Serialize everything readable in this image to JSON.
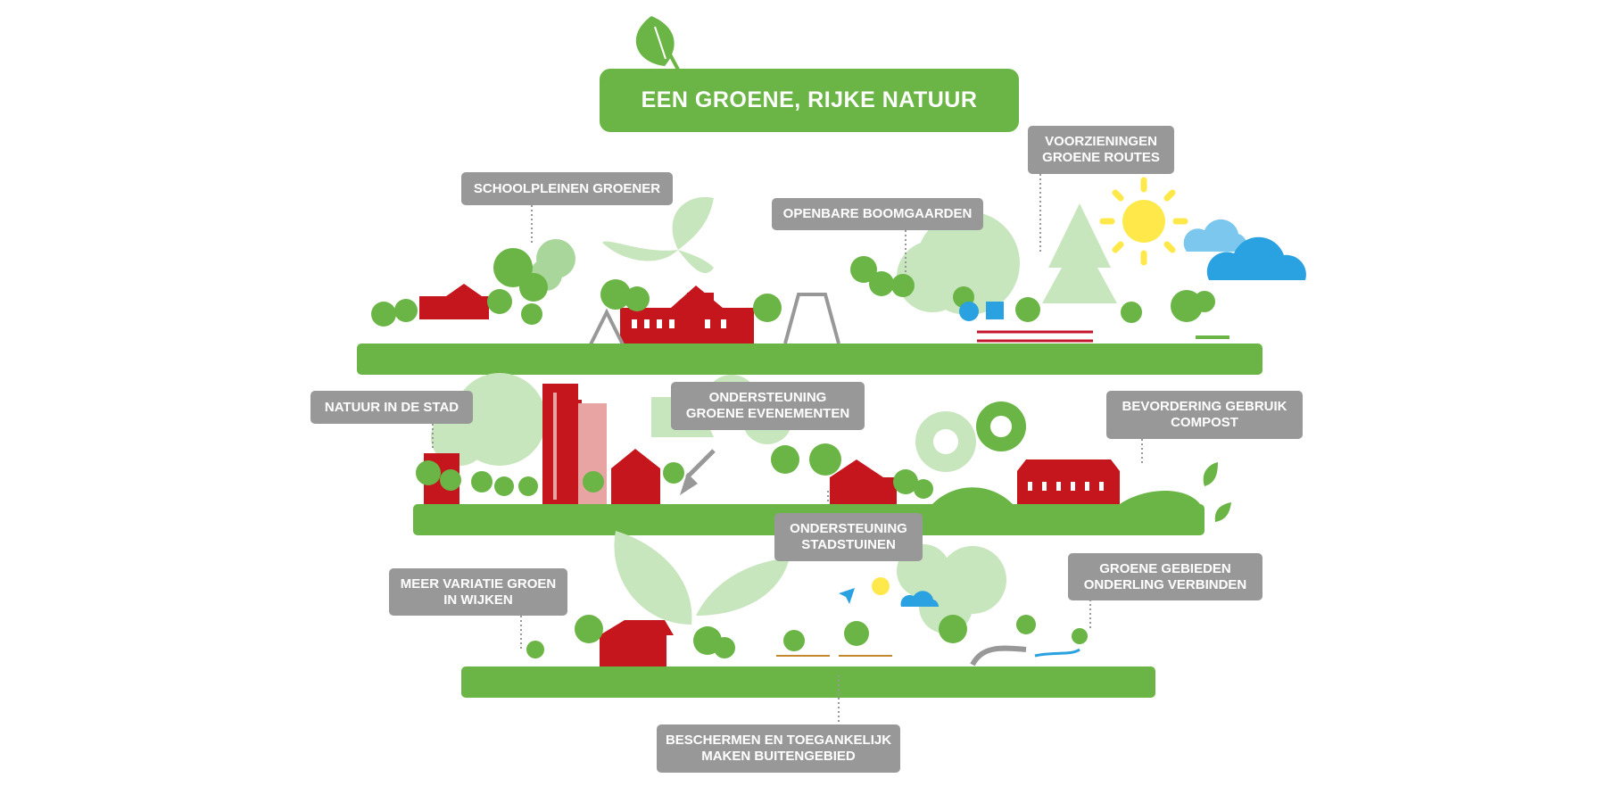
{
  "title": "EEN GROENE, RIJKE NATUUR",
  "labels": {
    "schoolpleinen": "SCHOOLPLEINEN GROENER",
    "boomgaarden": "OPENBARE BOOMGAARDEN",
    "voorzieningen": "VOORZIENINGEN\nGROENE ROUTES",
    "natuur_stad": "NATUUR IN DE STAD",
    "evenementen": "ONDERSTEUNING\nGROENE EVENEMENTEN",
    "compost": "BEVORDERING GEBRUIK\nCOMPOST",
    "stadstuinen": "ONDERSTEUNING\nSTADSTUINEN",
    "variatie": "MEER VARIATIE GROEN\nIN WIJKEN",
    "verbinden": "GROENE GEBIEDEN\nONDERLING VERBINDEN",
    "buitengebied": "BESCHERMEN EN TOEGANKELIJK\nMAKEN BUITENGEBIED"
  },
  "colors": {
    "green": "#6ab545",
    "light_green": "#a9d69a",
    "pale_green": "#c8e6bd",
    "red": "#c4161c",
    "pink": "#e8a3a3",
    "gray": "#989898",
    "sun": "#ffe94a",
    "cloud": "#2aa1e0",
    "cloud_light": "#7cc7ee"
  }
}
